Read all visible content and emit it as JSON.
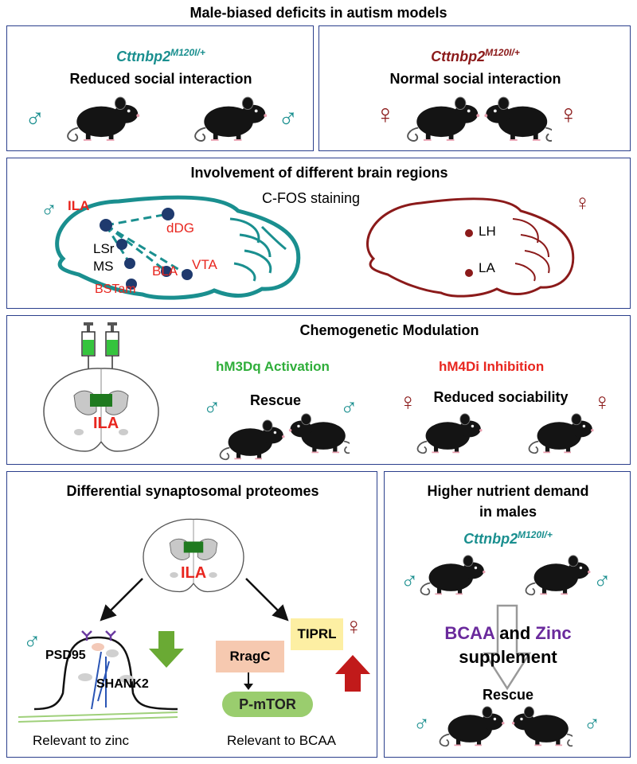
{
  "header": {
    "title": "Male-biased deficits in autism models"
  },
  "panel1": {
    "left_gene": "Cttnbp2",
    "left_gene_sup": "M120I/+",
    "left_caption": "Reduced social interaction",
    "right_gene": "Cttnbp2",
    "right_gene_sup": "M120I/+",
    "right_caption": "Normal social interaction"
  },
  "panel2": {
    "title": "Involvement of different brain regions",
    "method": "C-FOS staining",
    "male_regions": [
      "ILA",
      "dDG",
      "LSr",
      "MS",
      "BLA",
      "VTA",
      "BSTam"
    ],
    "female_regions": [
      "LH",
      "LA"
    ]
  },
  "panel3": {
    "title": "Chemogenetic Modulation",
    "region": "ILA",
    "activation_label": "hM3Dq Activation",
    "activation_result": "Rescue",
    "inhibition_label": "hM4Di Inhibition",
    "inhibition_result": "Reduced sociability"
  },
  "panel4": {
    "title": "Differential synaptosomal proteomes",
    "region": "ILA",
    "protein_psd95": "PSD95",
    "protein_shank2": "SHANK2",
    "protein_ragc": "RragC",
    "protein_tiprl": "TIPRL",
    "protein_pmtor": "P-mTOR",
    "left_caption": "Relevant to zinc",
    "right_caption": "Relevant to BCAA"
  },
  "panel5": {
    "title_line1": "Higher nutrient demand",
    "title_line2": "in males",
    "gene": "Cttnbp2",
    "gene_sup": "M120I/+",
    "supp_bcaa": "BCAA",
    "supp_and": " and ",
    "supp_zinc": "Zinc",
    "supp_line2": "supplement",
    "result": "Rescue"
  },
  "symbols": {
    "male": "♂",
    "female": "♀"
  },
  "colors": {
    "border": "#2b3f8c",
    "teal": "#1a8f8f",
    "darkred": "#8b1a1a",
    "red": "#e8261f",
    "green": "#2fae3a",
    "purple": "#6a2a9c",
    "node": "#1f3a6e"
  }
}
